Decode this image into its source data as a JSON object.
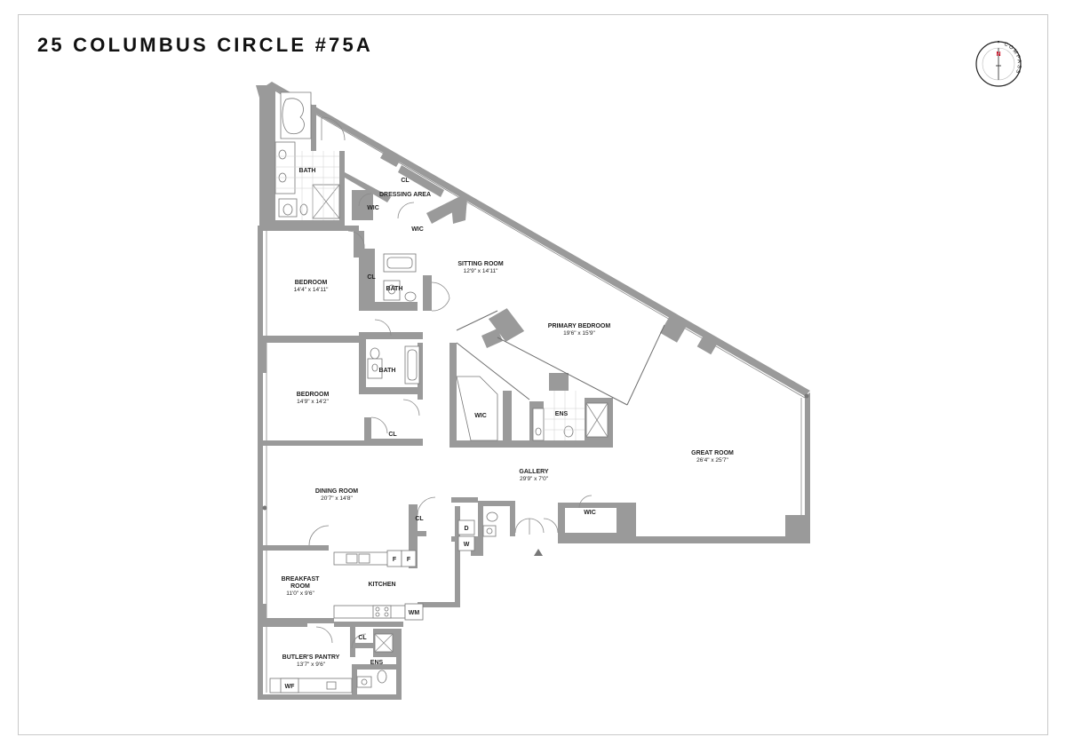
{
  "listing": {
    "title": "25 COLUMBUS CIRCLE #75A"
  },
  "compass": {
    "north_label": "N",
    "ring_label": "COMPASS"
  },
  "rooms": {
    "bath_top": {
      "name": "BATH"
    },
    "dressing_area": {
      "name": "DRESSING AREA"
    },
    "cl_dressing": {
      "name": "CL"
    },
    "wic_dressing_1": {
      "name": "WIC"
    },
    "wic_dressing_2": {
      "name": "WIC"
    },
    "bedroom_1": {
      "name": "BEDROOM",
      "dims": "14'4\" x 14'11\""
    },
    "cl_bedroom_1": {
      "name": "CL"
    },
    "bath_bedroom_1": {
      "name": "BATH"
    },
    "sitting_room": {
      "name": "SITTING ROOM",
      "dims": "12'9\" x 14'11\""
    },
    "primary_bedroom": {
      "name": "PRIMARY BEDROOM",
      "dims": "19'6\" x 15'9\""
    },
    "bath_bedroom_2": {
      "name": "BATH"
    },
    "bedroom_2": {
      "name": "BEDROOM",
      "dims": "14'9\" x 14'2\""
    },
    "cl_bedroom_2": {
      "name": "CL"
    },
    "wic_primary": {
      "name": "WIC"
    },
    "ens_primary": {
      "name": "ENS"
    },
    "great_room": {
      "name": "GREAT ROOM",
      "dims": "26'4\" x 25'7\""
    },
    "gallery": {
      "name": "GALLERY",
      "dims": "29'9\" x 7'0\""
    },
    "dining_room": {
      "name": "DINING ROOM",
      "dims": "20'7\" x 14'8\""
    },
    "cl_gallery": {
      "name": "CL"
    },
    "washer": {
      "name": "W"
    },
    "dryer": {
      "name": "D"
    },
    "wic_gallery": {
      "name": "WIC"
    },
    "breakfast_room": {
      "name_line1": "BREAKFAST",
      "name_line2": "ROOM",
      "dims": "11'0\" x 9'6\""
    },
    "kitchen": {
      "name": "KITCHEN"
    },
    "fridge_1": {
      "name": "F"
    },
    "fridge_2": {
      "name": "F"
    },
    "wall_microwave": {
      "name": "WM"
    },
    "butlers_pantry": {
      "name": "BUTLER'S PANTRY",
      "dims": "13'7\" x 9'6\""
    },
    "cl_pantry": {
      "name": "CL"
    },
    "ens_pantry": {
      "name": "ENS"
    },
    "wine_fridge": {
      "name": "WF"
    }
  }
}
